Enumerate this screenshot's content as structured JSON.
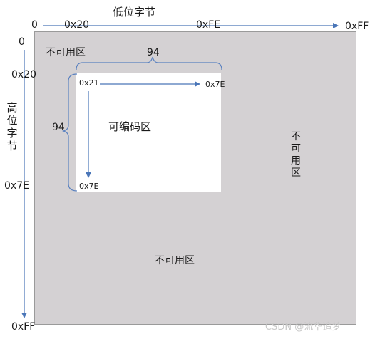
{
  "axes": {
    "low_byte_title": "低位字节",
    "high_byte_title": [
      "高",
      "位",
      "字",
      "节"
    ],
    "x_ticks": {
      "zero": "0",
      "x20": "0x20",
      "xfe": "0xFE",
      "xff": "0xFF"
    },
    "y_ticks": {
      "zero": "0",
      "x20": "0x20",
      "x7e": "0x7E",
      "xff": "0xFF"
    }
  },
  "regions": {
    "unusable_top_left": "不可用区",
    "unusable_right": [
      "不",
      "可",
      "用",
      "区"
    ],
    "unusable_bottom": "不可用区",
    "encodable": "可编码区"
  },
  "encodable_box": {
    "width_label": "94",
    "height_label": "94",
    "start_label": "0x21",
    "end_x_label": "0x7E",
    "end_y_label": "0x7E"
  },
  "watermark": "CSDN @流华追梦",
  "colors": {
    "unusable_fill": "#d4d1d3",
    "arrow": "#4a76b8",
    "bracket": "#5b82c0"
  }
}
